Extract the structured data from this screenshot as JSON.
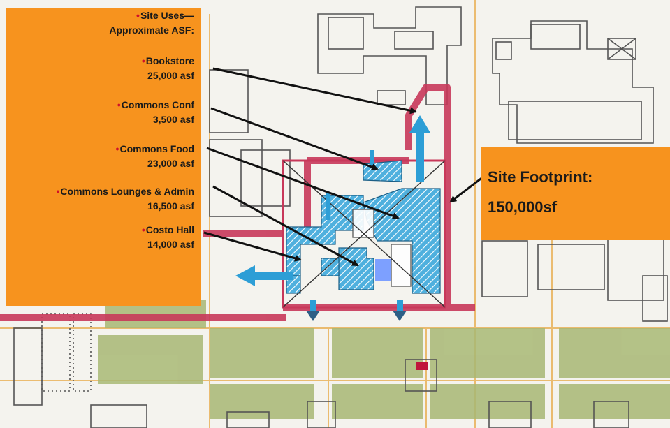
{
  "site_uses": {
    "heading_line1": "Site Uses—",
    "heading_line2": "Approximate ASF:",
    "items": [
      {
        "name": "Bookstore",
        "area": "25,000 asf"
      },
      {
        "name": "Commons Conf",
        "area": "3,500 asf"
      },
      {
        "name": "Commons Food",
        "area": "23,000 asf"
      },
      {
        "name": "Commons Lounges & Admin",
        "area": "16,500 asf"
      },
      {
        "name": "Costo Hall",
        "area": "14,000 asf"
      }
    ]
  },
  "footprint": {
    "label": "Site Footprint:",
    "value": "150,000sf"
  },
  "bullet_glyph": "•",
  "colors": {
    "callout_bg": "#f7931e",
    "boundary": "#c8385a",
    "hatch": "#3a9fd0",
    "flow_arrow": "#2d9ed6",
    "lawn": "#a8b874",
    "accent_block": "#7da0ff"
  }
}
